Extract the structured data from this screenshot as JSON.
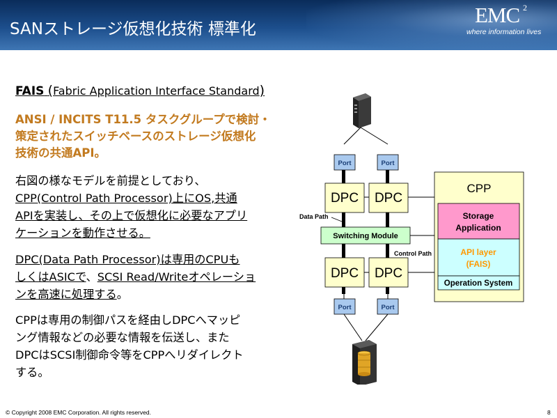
{
  "header": {
    "title": "SANストレージ仮想化技術 標準化",
    "logo_text": "EMC",
    "logo_superscript": "2",
    "logo_tagline": "where information lives"
  },
  "content": {
    "heading": {
      "abbr": "FAIS",
      "open_paren": "(",
      "full": "Fabric Application Interface Standard",
      "close_paren": ")"
    },
    "orange_lines": [
      "ANSI / INCITS T11.5 タスクグループで検討・",
      "策定されたスイッチベースのストレージ仮想化",
      "技術の共通API。"
    ],
    "para1": {
      "line1": "右図の様なモデルを前提としており、",
      "line2": "CPP(Control Path Processor)上にOS,共通",
      "line3": "APIを実装し、その上で仮想化に必要なアプリ",
      "line4": "ケーションを動作させる。"
    },
    "para2": {
      "line1": "DPC(Data Path Processor)は専用のCPUも",
      "line2a": "しくはASICで",
      "line2b": "、",
      "line2c": "SCSI Read/Writeオペレーショ",
      "line3a": "ンを高速に処理する",
      "line3b": "。"
    },
    "para3": [
      "CPPは専用の制御パスを経由しDPCへマッピ",
      "ング情報などの必要な情報を伝送し、また",
      "DPCはSCSI制御命令等をCPPへリダイレクト",
      "する。"
    ]
  },
  "diagram": {
    "port_label": "Port",
    "dpc_label": "DPC",
    "switching_module": "Switching Module",
    "data_path": "Data Path",
    "control_path": "Control Path",
    "cpp_title": "CPP",
    "storage_application": [
      "Storage",
      "Application"
    ],
    "api_layer": [
      "API layer",
      "(FAIS)"
    ],
    "operation_system": "Operation System",
    "colors": {
      "port_fill": "#a9c9ee",
      "dpc_fill": "#ffffcc",
      "switching_fill": "#ccffcc",
      "cpp_fill": "#ffffcc",
      "storage_app_fill": "#ff99cc",
      "api_layer_fill": "#ccffff",
      "api_text": "#ff9900",
      "text_orange": "#c27a1f"
    },
    "icons": [
      "server-icon",
      "storage-array-icon"
    ]
  },
  "footer": {
    "copyright": "© Copyright 2008 EMC Corporation. All rights reserved.",
    "page": "8"
  }
}
